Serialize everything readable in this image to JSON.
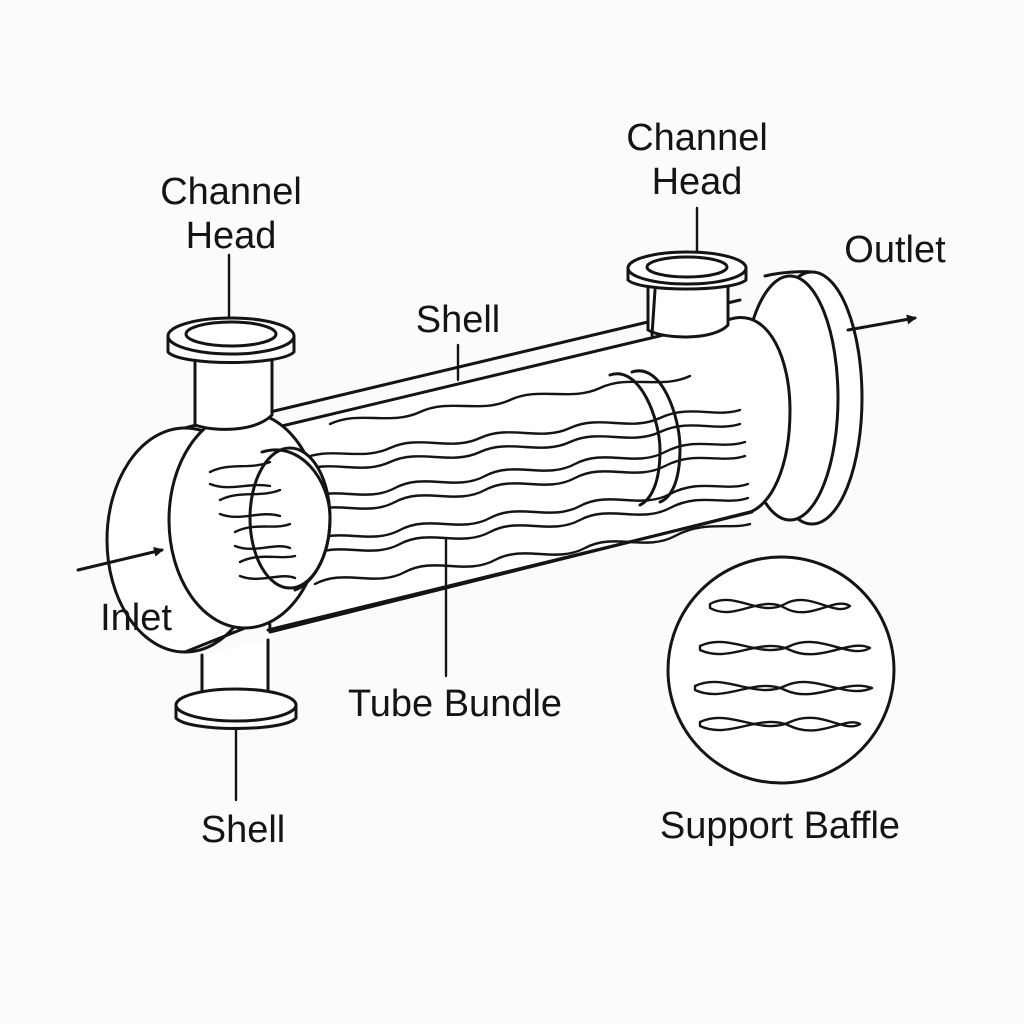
{
  "labels": {
    "channel_head_left": "Channel Head",
    "channel_head_right": "Channel Head",
    "shell_top": "Shell",
    "outlet": "Outlet",
    "inlet": "Inlet",
    "tube_bundle": "Tube Bundle",
    "shell_bottom": "Shell",
    "support_baffle": "Support Baffle"
  },
  "colors": {
    "line": "#141414",
    "background": "#fbfbfb"
  }
}
